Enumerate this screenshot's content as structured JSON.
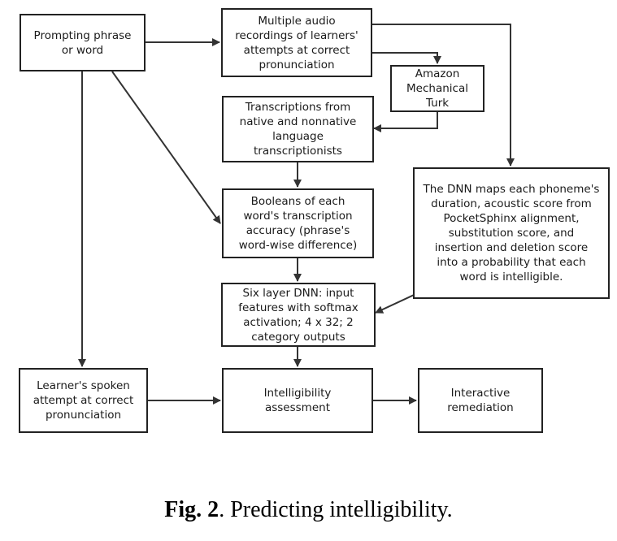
{
  "diagram": {
    "nodes": {
      "prompt": "Prompting phrase\nor word",
      "recordings": "Multiple audio\nrecordings of learners'\nattempts at correct\npronunciation",
      "mturk": "Amazon\nMechanical\nTurk",
      "transcriptions": "Transcriptions from\nnative and nonnative\nlanguage\ntranscriptionists",
      "booleans": "Booleans of each\nword's transcription\naccuracy (phrase's\nword-wise difference)",
      "dnn_desc": "The DNN maps each phoneme's\nduration, acoustic score from\nPocketSphinx alignment,\nsubstitution score, and\ninsertion and deletion score\ninto a probability that each\nword is intelligible.",
      "dnn": "Six layer DNN: input\nfeatures with softmax\nactivation; 4 x 32; 2\ncategory outputs",
      "learner": "Learner's spoken\nattempt at correct\npronunciation",
      "assessment": "Intelligibility\nassessment",
      "remediation": "Interactive\nremediation"
    },
    "edges": [
      {
        "from": "prompt",
        "to": "recordings"
      },
      {
        "from": "recordings",
        "to": "mturk"
      },
      {
        "from": "mturk",
        "to": "transcriptions"
      },
      {
        "from": "recordings",
        "to": "dnn_desc"
      },
      {
        "from": "transcriptions",
        "to": "booleans"
      },
      {
        "from": "prompt",
        "to": "booleans"
      },
      {
        "from": "booleans",
        "to": "dnn"
      },
      {
        "from": "dnn_desc",
        "to": "dnn"
      },
      {
        "from": "prompt",
        "to": "learner"
      },
      {
        "from": "dnn",
        "to": "assessment"
      },
      {
        "from": "learner",
        "to": "assessment"
      },
      {
        "from": "assessment",
        "to": "remediation"
      }
    ]
  },
  "caption": {
    "label": "Fig. 2",
    "text": ". Predicting intelligibility."
  }
}
